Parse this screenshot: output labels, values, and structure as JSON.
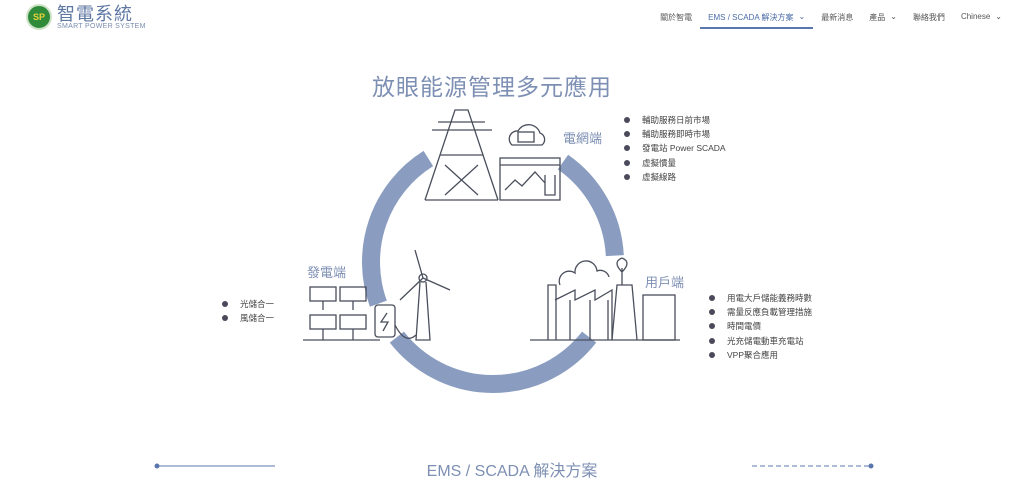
{
  "logo": {
    "name": "智電系統",
    "tagline": "SMART POWER SYSTEM"
  },
  "nav": [
    {
      "label": "關於智電"
    },
    {
      "label": "EMS / SCADA 解決方案",
      "active": true,
      "dropdown": true
    },
    {
      "label": "最新消息"
    },
    {
      "label": "產品",
      "dropdown": true
    },
    {
      "label": "聯絡我們"
    },
    {
      "label": "Chinese",
      "dropdown": true
    }
  ],
  "title": "放眼能源管理多元應用",
  "grid": {
    "label": "電網端",
    "items": [
      "輔助服務日前市場",
      "輔助服務即時市場",
      "發電站 Power SCADA",
      "虛擬慣量",
      "虛擬線路"
    ]
  },
  "generation": {
    "label": "發電端",
    "items": [
      "光儲合一",
      "風儲合一"
    ]
  },
  "consumer": {
    "label": "用戶端",
    "items": [
      "用電大戶儲能義務時數",
      "需量反應負載管理措施",
      "時間電價",
      "光充儲電動車充電站",
      "VPP聚合應用"
    ]
  },
  "section_title": "EMS / SCADA 解決方案",
  "colors": {
    "accent": "#8a9dc0",
    "icon": "#4a4f5c"
  }
}
